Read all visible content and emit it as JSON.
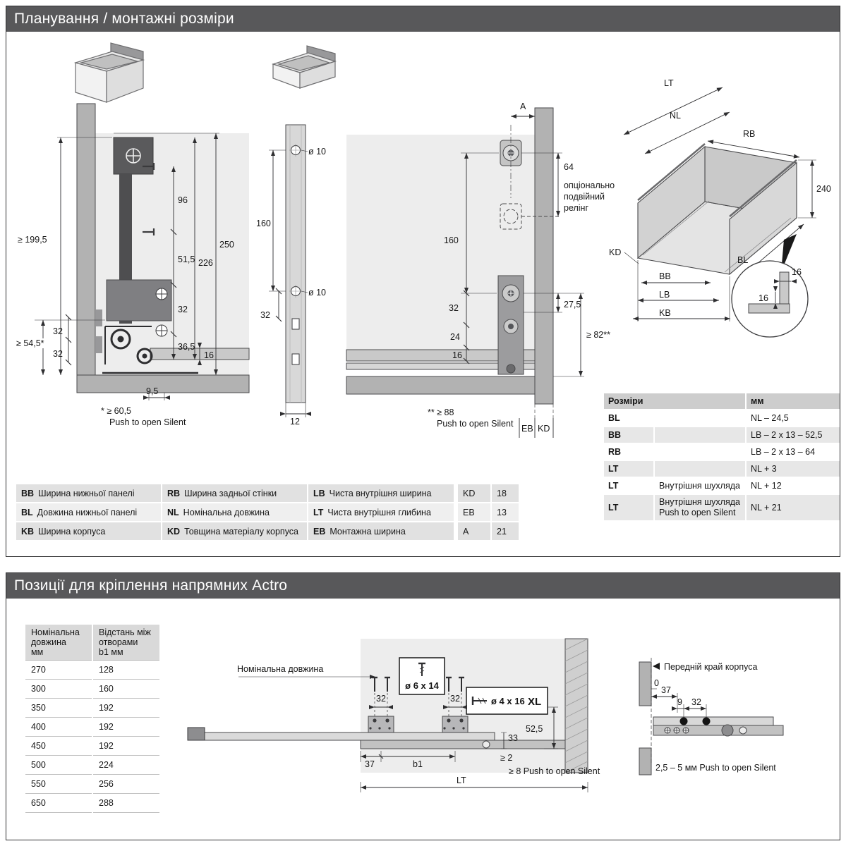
{
  "colors": {
    "header_bar_bg": "#58585a",
    "header_bar_text": "#ffffff",
    "panel_gray": "#b2b2b2",
    "interior_gray": "#ededed",
    "table_gray": "#e1e1e1"
  },
  "section1": {
    "title": "Планування / монтажні розміри",
    "side_view": {
      "h199": "≥ 199,5",
      "d96": "96",
      "d51_5": "51,5",
      "d32_chain": "32",
      "d36_5": "36,5",
      "d226": "226",
      "d250": "250",
      "d16": "16",
      "h54": "≥ 54,5*",
      "d32_left_top": "32",
      "d32_left_bottom": "32",
      "d9_5": "9,5",
      "footnote_star": "* ≥ 60,5",
      "footnote_text": "Push to open Silent"
    },
    "back_panel": {
      "hole_top": "ø 10",
      "hole_bottom": "ø 10",
      "d160": "160",
      "d32": "32",
      "d12": "12"
    },
    "inner_view": {
      "dA": "A",
      "d64": "64",
      "optional_1": "опціонально",
      "optional_2": "подвійний",
      "optional_3": "релінг",
      "d160": "160",
      "d32": "32",
      "d24": "24",
      "d16": "16",
      "d27_5": "27,5",
      "h82": "≥ 82**",
      "footnote_star": "** ≥ 88",
      "footnote_text": "Push to open Silent",
      "eb": "EB",
      "kd": "KD"
    },
    "iso_view": {
      "lt": "LT",
      "nl": "NL",
      "rb": "RB",
      "d240": "240",
      "kd": "KD",
      "bb": "BB",
      "lb": "LB",
      "kb": "KB",
      "bl": "BL",
      "detail_16_top": "16",
      "detail_16_side": "16"
    },
    "legend_table": {
      "rows": [
        {
          "c1a": "BB",
          "c1t": "Ширина нижньої панелі",
          "c2a": "RB",
          "c2t": "Ширина задньої стінки",
          "c3a": "LB",
          "c3t": "Чиста внутрішня ширина"
        },
        {
          "c1a": "BL",
          "c1t": "Довжина нижньої панелі",
          "c2a": "NL",
          "c2t": "Номінальна довжина",
          "c3a": "LT",
          "c3t": "Чиста внутрішня глибина"
        },
        {
          "c1a": "KB",
          "c1t": "Ширина корпуса",
          "c2a": "KD",
          "c2t": "Товщина матеріалу корпуса",
          "c3a": "EB",
          "c3t": "Монтажна ширина"
        }
      ]
    },
    "abc_table": {
      "rows": [
        {
          "k": "KD",
          "v": "18"
        },
        {
          "k": "EB",
          "v": "13"
        },
        {
          "k": "A",
          "v": "21"
        }
      ]
    },
    "size_table": {
      "header_label": "Розміри",
      "header_unit": "мм",
      "rows": [
        {
          "abbr": "BL",
          "desc": "",
          "val": "NL – 24,5"
        },
        {
          "abbr": "BB",
          "desc": "",
          "val": "LB – 2 x 13 – 52,5"
        },
        {
          "abbr": "RB",
          "desc": "",
          "val": "LB – 2 x 13 – 64"
        },
        {
          "abbr": "LT",
          "desc": "",
          "val": "NL + 3"
        },
        {
          "abbr": "LT",
          "desc": "Внутрішня шухляда",
          "val": "NL + 12"
        },
        {
          "abbr": "LT",
          "desc": "Внутрішня шухляда Push to open Silent",
          "val": "NL + 21"
        }
      ]
    }
  },
  "section2": {
    "title": "Позиції для кріплення напрямних Actro",
    "length_table": {
      "col1": [
        "Номінальна",
        "довжина",
        "мм"
      ],
      "col2": [
        "Відстань між",
        "отворами",
        "b1 мм"
      ],
      "rows": [
        {
          "len": "270",
          "b1": "128"
        },
        {
          "len": "300",
          "b1": "160"
        },
        {
          "len": "350",
          "b1": "192"
        },
        {
          "len": "400",
          "b1": "192"
        },
        {
          "len": "450",
          "b1": "192"
        },
        {
          "len": "500",
          "b1": "224"
        },
        {
          "len": "550",
          "b1": "256"
        },
        {
          "len": "650",
          "b1": "288"
        }
      ]
    },
    "runner_drawing": {
      "nominal_length": "Номінальна довжина",
      "d32_a": "32",
      "d32_b": "32",
      "screw_box_1": "ø 6 x 14",
      "screw_box_2": "ø 4 x 16",
      "screw_box_2_size": "XL",
      "d33": "33",
      "d52_5": "52,5",
      "d37": "37",
      "b1": "b1",
      "lt": "LT",
      "ge2": "≥ 2",
      "ge8": "≥ 8 Push to open Silent"
    },
    "front_detail": {
      "front_edge_label": "Передній край корпуса",
      "d0": "0",
      "d37": "37",
      "d9": "9",
      "d32": "32",
      "note": "2,5 – 5 мм Push to open Silent"
    }
  }
}
